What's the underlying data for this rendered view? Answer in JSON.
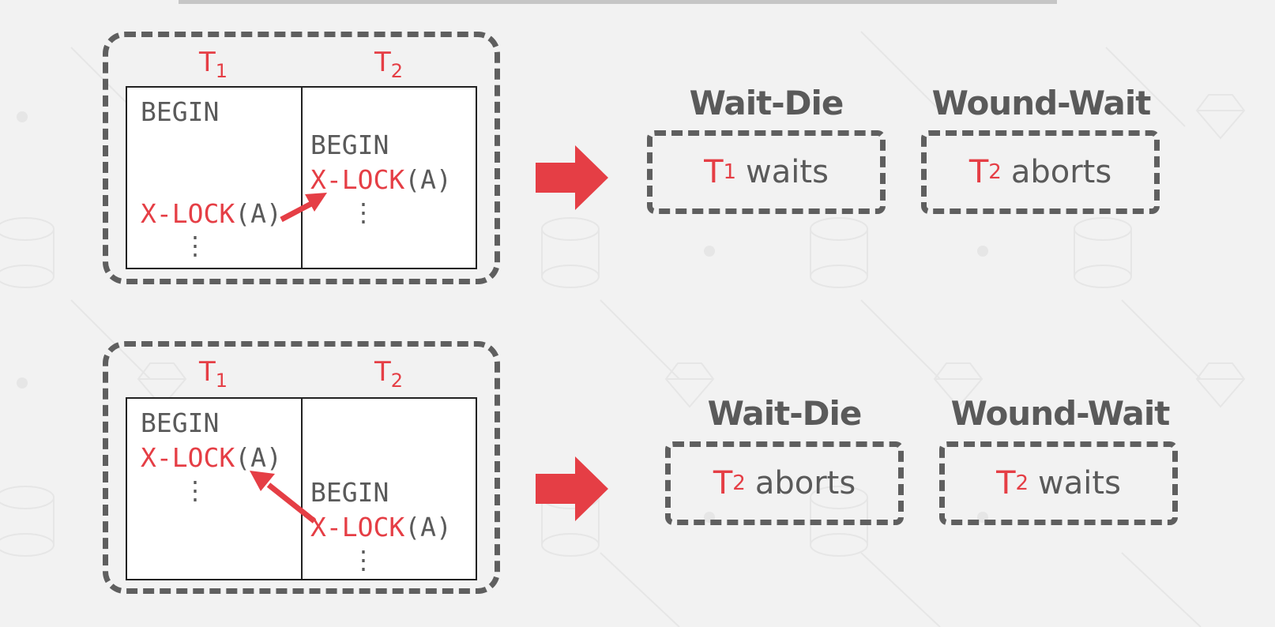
{
  "colors": {
    "accent": "#e53e45",
    "ink": "#5a5a5a",
    "frame": "#5f5f5f",
    "background": "#f2f2f2"
  },
  "scenarios": [
    {
      "t1": {
        "letter": "T",
        "sub": "1"
      },
      "t2": {
        "letter": "T",
        "sub": "2"
      },
      "col1": {
        "begin": "BEGIN",
        "lock_kw": "X-LOCK",
        "lock_arg": "(A)",
        "dots": "⋮"
      },
      "col2": {
        "begin": "BEGIN",
        "lock_kw": "X-LOCK",
        "lock_arg": "(A)",
        "dots": "⋮"
      },
      "wait_die": {
        "title": "Wait-Die",
        "outcome": {
          "txn": "T",
          "sub": "1",
          "action": "waits"
        }
      },
      "wound_wait": {
        "title": "Wound-Wait",
        "outcome": {
          "txn": "T",
          "sub": "2",
          "action": "aborts"
        }
      }
    },
    {
      "t1": {
        "letter": "T",
        "sub": "1"
      },
      "t2": {
        "letter": "T",
        "sub": "2"
      },
      "col1": {
        "begin": "BEGIN",
        "lock_kw": "X-LOCK",
        "lock_arg": "(A)",
        "dots": "⋮"
      },
      "col2": {
        "begin": "BEGIN",
        "lock_kw": "X-LOCK",
        "lock_arg": "(A)",
        "dots": "⋮"
      },
      "wait_die": {
        "title": "Wait-Die",
        "outcome": {
          "txn": "T",
          "sub": "2",
          "action": "aborts"
        }
      },
      "wound_wait": {
        "title": "Wound-Wait",
        "outcome": {
          "txn": "T",
          "sub": "2",
          "action": "waits"
        }
      }
    }
  ]
}
